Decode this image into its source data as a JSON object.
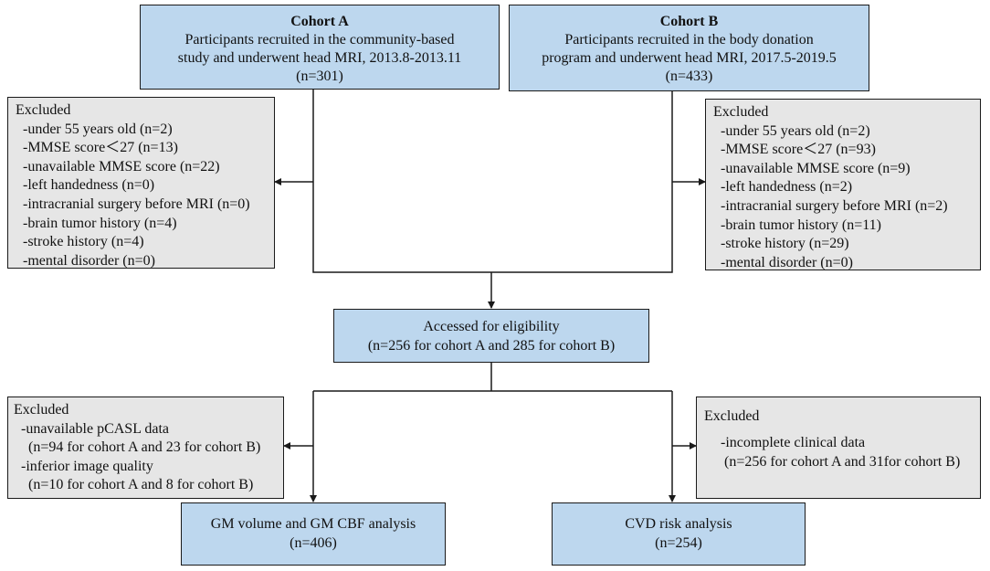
{
  "cohort_a": {
    "title": "Cohort A",
    "lines": [
      "Participants recruited in the community-based",
      "study and underwent head MRI, 2013.8-2013.11",
      "(n=301)"
    ]
  },
  "cohort_b": {
    "title": "Cohort B",
    "lines": [
      "Participants recruited in the body donation",
      "program and underwent head MRI, 2017.5-2019.5",
      "(n=433)"
    ]
  },
  "excluded_a": {
    "heading": "Excluded",
    "items": [
      "-under 55 years old (n=2)",
      "-MMSE score＜27 (n=13)",
      "-unavailable MMSE score (n=22)",
      "-left handedness (n=0)",
      "-intracranial surgery before MRI (n=0)",
      "-brain tumor history (n=4)",
      "-stroke history (n=4)",
      "-mental disorder (n=0)"
    ]
  },
  "excluded_b": {
    "heading": "Excluded",
    "items": [
      "-under 55 years old (n=2)",
      "-MMSE score＜27 (n=93)",
      "-unavailable MMSE score (n=9)",
      "-left handedness (n=2)",
      "-intracranial surgery before MRI (n=2)",
      "-brain tumor history (n=11)",
      "-stroke history (n=29)",
      "-mental disorder (n=0)"
    ]
  },
  "eligibility": {
    "lines": [
      "Accessed for eligibility",
      "(n=256 for cohort A and 285 for cohort B)"
    ]
  },
  "excluded_c": {
    "heading": "Excluded",
    "item1": "-unavailable pCASL data",
    "item1_detail": "(n=94 for cohort A and 23 for cohort B)",
    "item2": "-inferior image quality",
    "item2_detail": "(n=10 for cohort A and 8 for cohort B)"
  },
  "excluded_d": {
    "heading": "Excluded",
    "item1": "-incomplete clinical data",
    "item1_detail": "(n=256 for cohort A and 31for cohort B)"
  },
  "gm_analysis": {
    "lines": [
      "GM volume and GM CBF analysis",
      "(n=406)"
    ]
  },
  "cvd_analysis": {
    "lines": [
      "CVD risk analysis",
      "(n=254)"
    ]
  }
}
